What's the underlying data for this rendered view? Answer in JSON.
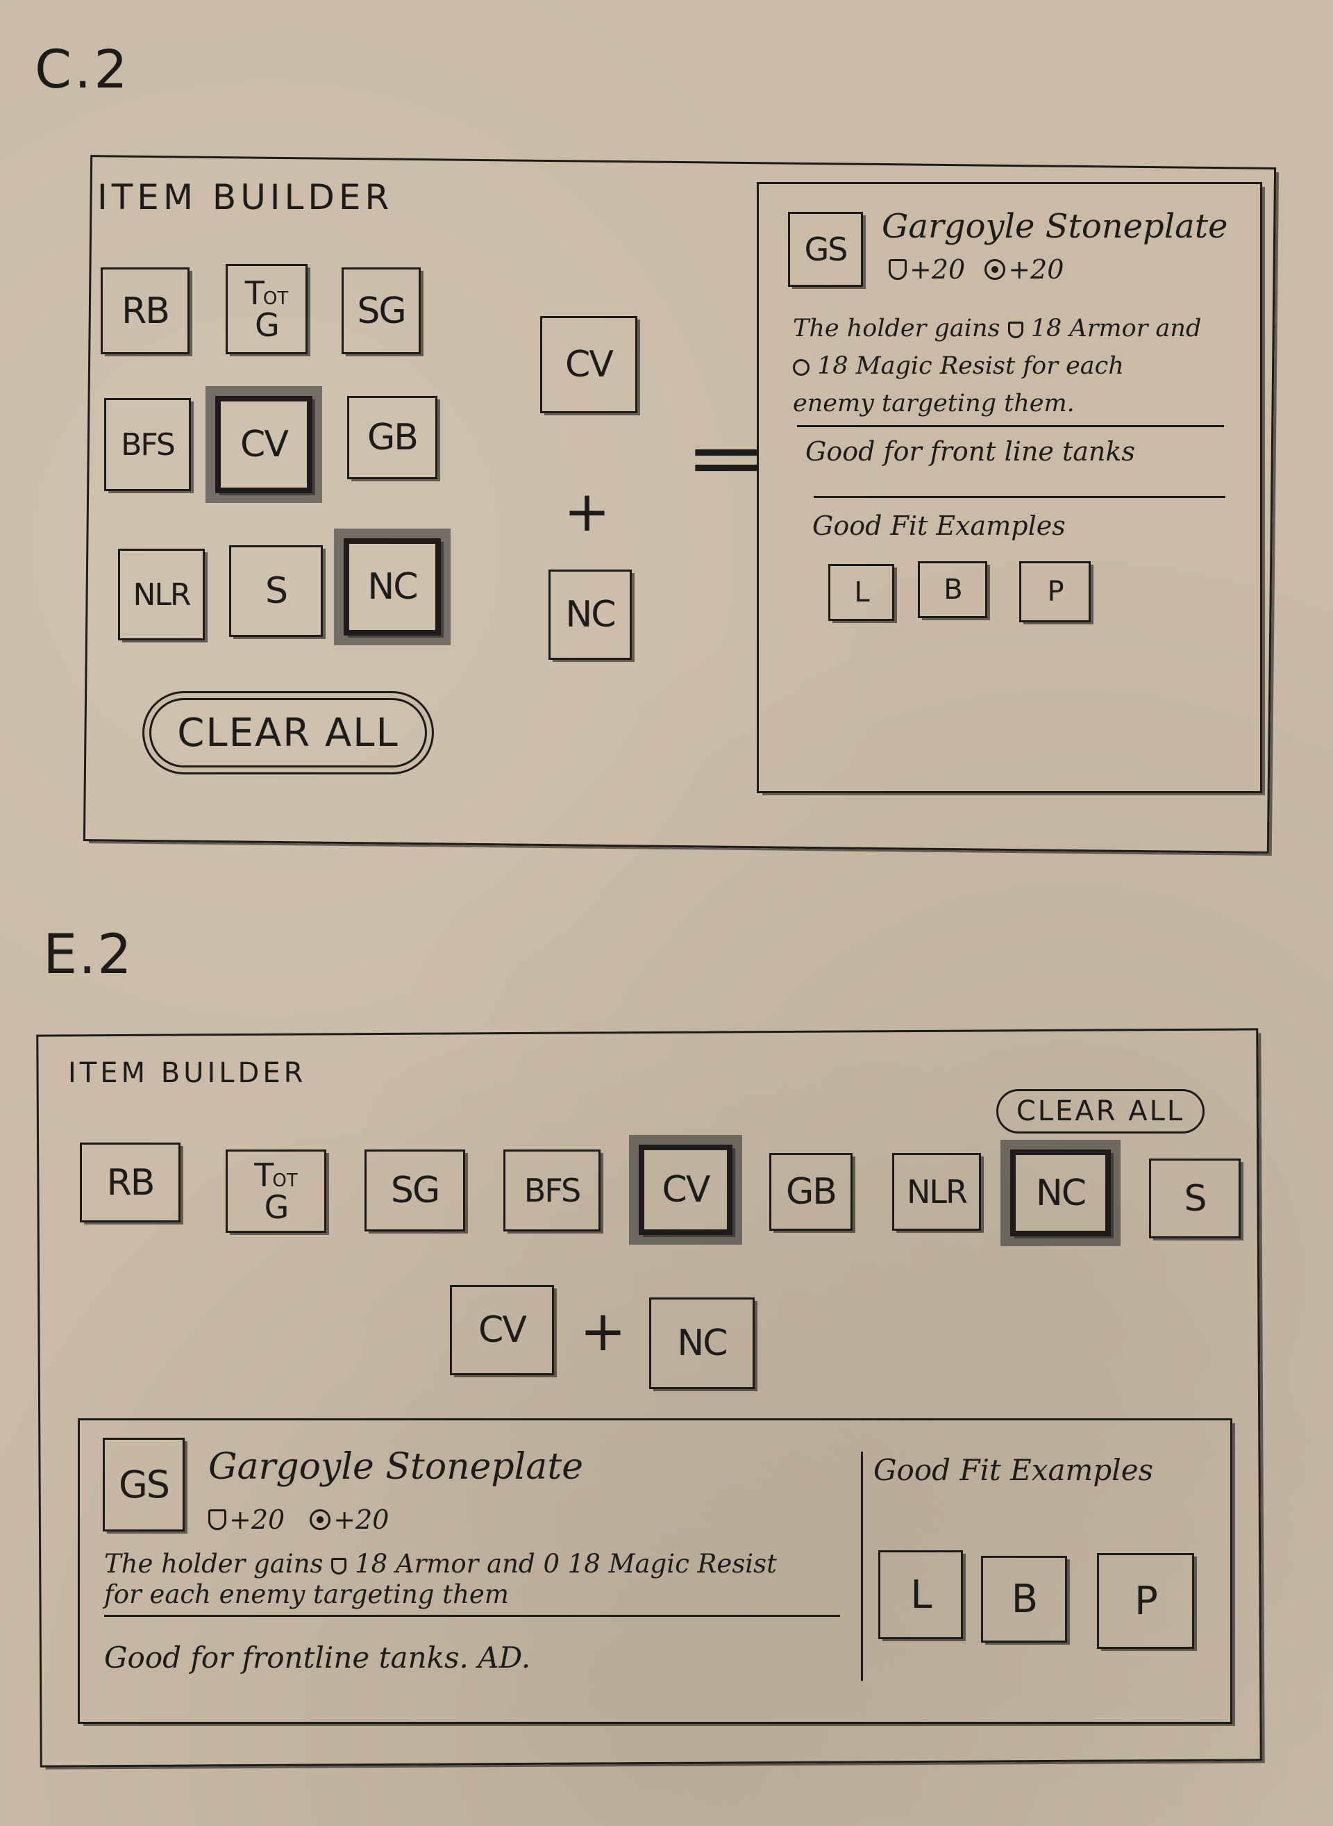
{
  "sketch_c2": {
    "title": "C.2",
    "builder": {
      "heading": "ITEM BUILDER",
      "items": [
        {
          "code": "RB",
          "selected": false
        },
        {
          "code": "T",
          "sup": "OT",
          "sub": "G",
          "selected": false
        },
        {
          "code": "SG",
          "selected": false
        },
        {
          "code": "BFS",
          "selected": false
        },
        {
          "code": "CV",
          "selected": true
        },
        {
          "code": "GB",
          "selected": false
        },
        {
          "code": "NLR",
          "selected": false
        },
        {
          "code": "S",
          "selected": false
        },
        {
          "code": "NC",
          "selected": true
        }
      ],
      "clear_label": "CLEAR ALL"
    },
    "combo": {
      "first": "CV",
      "operator": "+",
      "second": "NC",
      "equals": "="
    },
    "result": {
      "code": "GS",
      "name": "Gargoyle Stoneplate",
      "armor_stat": "+20",
      "magic_stat": "+20",
      "desc_1": "The holder gains",
      "desc_2": "18 Armor and",
      "desc_3": "18 Magic Resist for each",
      "desc_4": "enemy targeting them.",
      "good_for": "Good for front line tanks",
      "fit_heading": "Good Fit Examples",
      "fits": [
        "L",
        "B",
        "P"
      ]
    }
  },
  "sketch_e2": {
    "title": "E.2",
    "builder": {
      "heading": "ITEM BUILDER",
      "clear_label": "CLEAR ALL",
      "items": [
        {
          "code": "RB",
          "selected": false
        },
        {
          "code": "T",
          "sup": "OT",
          "sub": "G",
          "selected": false
        },
        {
          "code": "SG",
          "selected": false
        },
        {
          "code": "BFS",
          "selected": false
        },
        {
          "code": "CV",
          "selected": true
        },
        {
          "code": "GB",
          "selected": false
        },
        {
          "code": "NLR",
          "selected": false
        },
        {
          "code": "NC",
          "selected": true
        },
        {
          "code": "S",
          "selected": false
        }
      ]
    },
    "combo": {
      "first": "CV",
      "operator": "+",
      "second": "NC"
    },
    "result": {
      "code": "GS",
      "name": "Gargoyle Stoneplate",
      "armor_stat": "+20",
      "magic_stat": "+20",
      "desc_a": "The holder gains",
      "desc_b": "18 Armor and",
      "desc_c": "0 18 Magic Resist",
      "desc_d": "for each enemy targeting them",
      "good_for": "Good for frontline tanks. AD.",
      "fit_heading": "Good Fit Examples",
      "fits": [
        "L",
        "B",
        "P"
      ]
    }
  }
}
